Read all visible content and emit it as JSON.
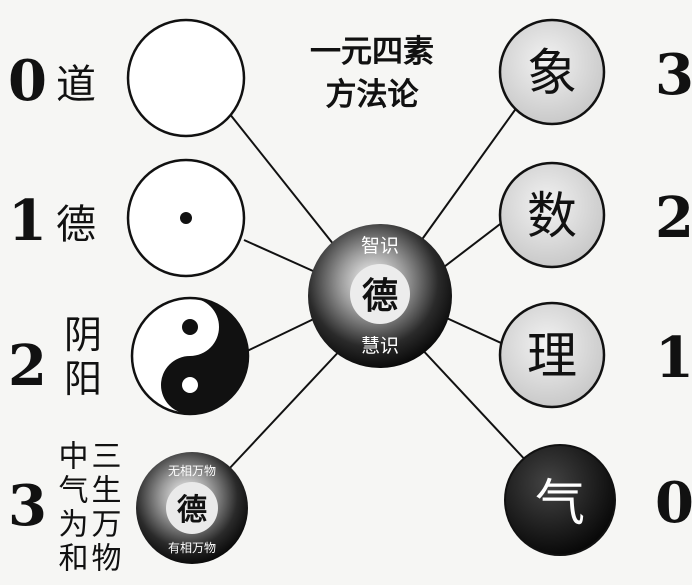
{
  "title": {
    "line1": "一元四素",
    "line2": "方法论"
  },
  "left": [
    {
      "num": "0",
      "text": "道"
    },
    {
      "num": "1",
      "text": "德"
    },
    {
      "num": "2",
      "text_lines": [
        "阴",
        "阳"
      ]
    },
    {
      "num": "3",
      "text_cols": [
        "中气为和",
        "三生万物"
      ]
    }
  ],
  "right": [
    {
      "glyph": "象",
      "num": "3"
    },
    {
      "glyph": "数",
      "num": "2"
    },
    {
      "glyph": "理",
      "num": "1"
    },
    {
      "glyph": "气",
      "num": "0"
    }
  ],
  "center": {
    "top": "智识",
    "mid": "德",
    "bottom": "慧识"
  },
  "small_orb": {
    "top": "无相万物",
    "mid": "德",
    "bottom": "有相万物"
  },
  "colors": {
    "background": "#f6f6f4",
    "ink": "#111111",
    "right_circle_fill": "#dcdcdc"
  }
}
